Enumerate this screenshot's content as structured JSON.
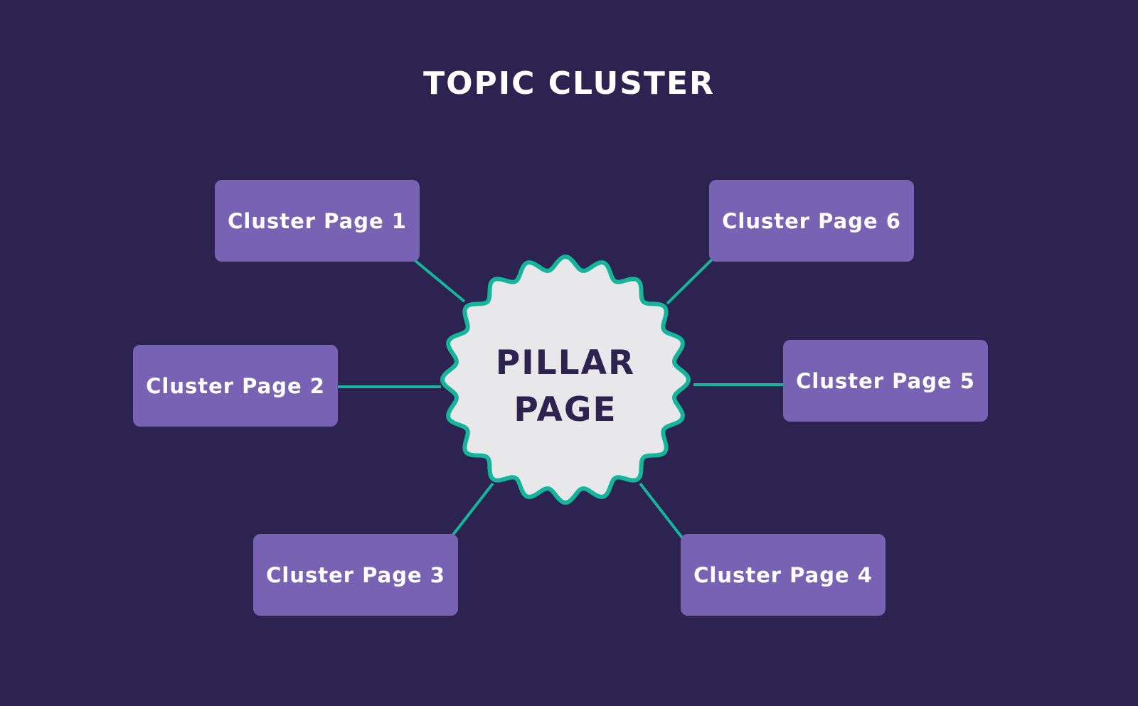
{
  "title": "TOPIC CLUSTER",
  "pillar": {
    "line1": "PILLAR",
    "line2": "PAGE"
  },
  "cluster_pages": [
    "Cluster Page 1",
    "Cluster Page 2",
    "Cluster Page 3",
    "Cluster Page 4",
    "Cluster Page 5",
    "Cluster Page 6"
  ],
  "colors": {
    "background": "#2d2350",
    "node_fill": "#7862b4",
    "connector": "#13b59b",
    "pillar_fill": "#e8e8ea",
    "pillar_text": "#2d2350",
    "text": "#ffffff"
  }
}
